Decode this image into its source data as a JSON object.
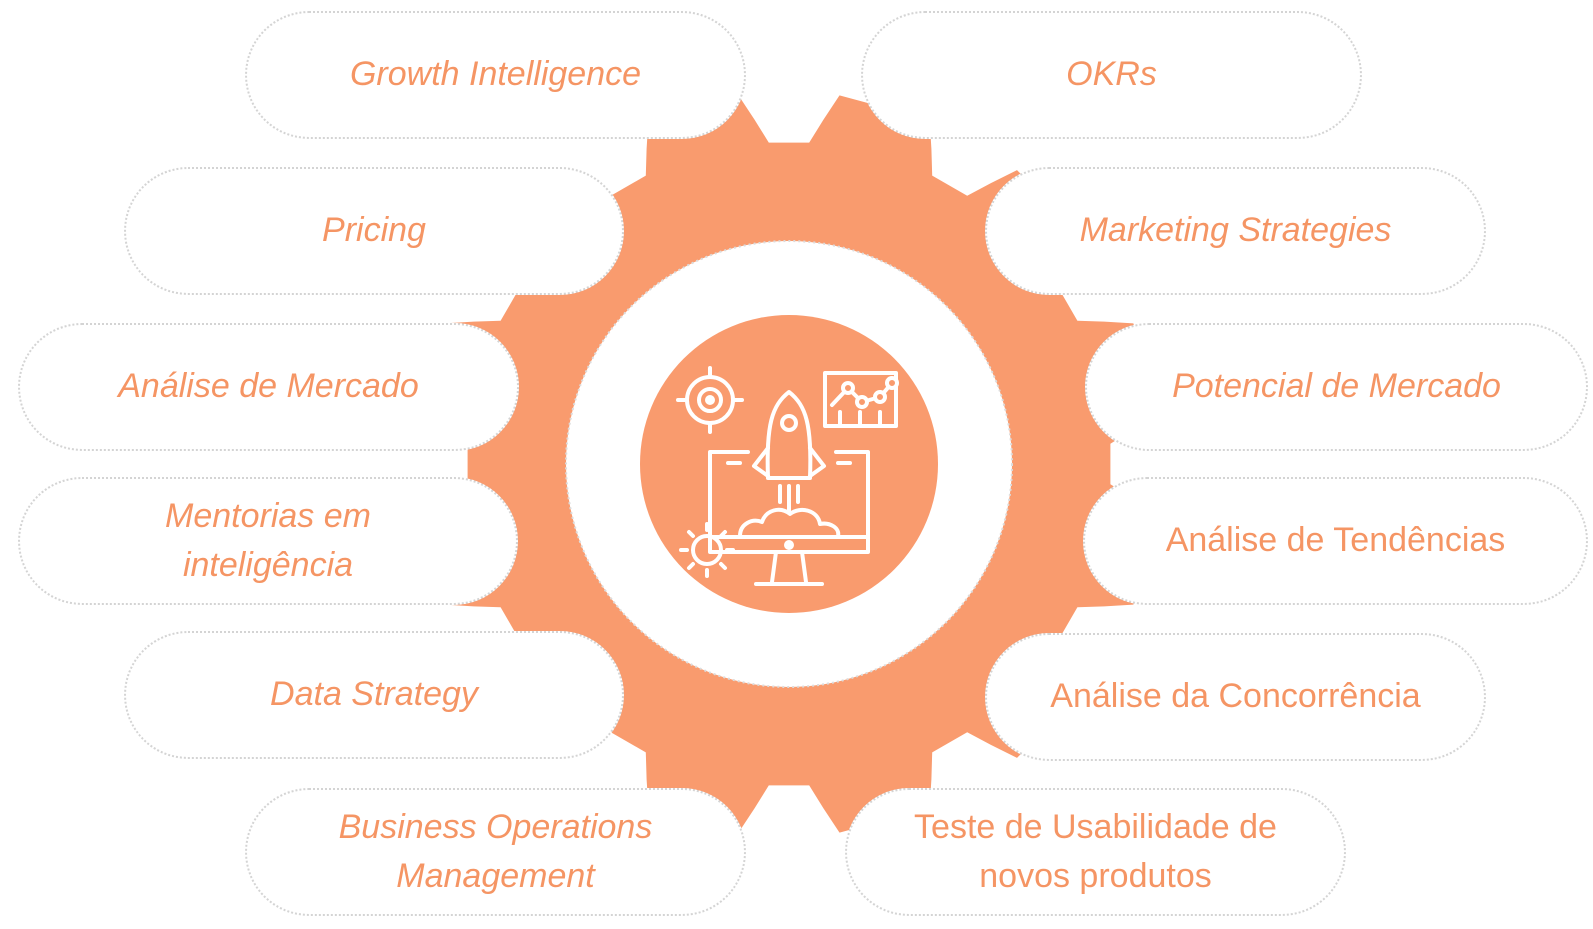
{
  "colors": {
    "accent": "#F99B6E",
    "text": "#F59564",
    "pill_fill": "#FFFFFF",
    "pill_border": "#D4D4D4",
    "icon_stroke": "#FFFFFF"
  },
  "center_icon": {
    "name": "rocket-launch-monitor-icon",
    "parts": [
      "target-icon",
      "rocket-icon",
      "monitor-icon",
      "line-chart-icon",
      "gear-icon",
      "cloud-icon"
    ]
  },
  "left_items": [
    {
      "label": "Growth Intelligence"
    },
    {
      "label": "Pricing"
    },
    {
      "label": "Análise de Mercado"
    },
    {
      "label": "Mentorias em inteligência"
    },
    {
      "label": "Data Strategy"
    },
    {
      "label": "Business Operations Management"
    }
  ],
  "right_items": [
    {
      "label": "OKRs"
    },
    {
      "label": "Marketing Strategies"
    },
    {
      "label": "Potencial de Mercado"
    },
    {
      "label": "Análise de Tendências"
    },
    {
      "label": "Análise da Concorrência"
    },
    {
      "label": "Teste de Usabilidade de novos produtos"
    }
  ]
}
